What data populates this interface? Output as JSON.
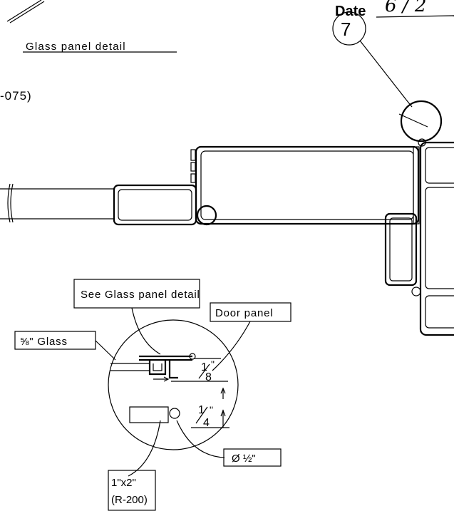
{
  "header": {
    "date_label": "Date",
    "date_value": "6 / 2"
  },
  "labels": {
    "glass_panel_detail": "Glass panel detail",
    "partial_part": "-075)",
    "callout_number": "7",
    "see_detail": "See Glass panel detail",
    "door_panel": "Door panel",
    "glass": "⅝\" Glass",
    "dim_eighth_num": "1",
    "dim_eighth_den": "8",
    "dim_quarter_num": "1",
    "dim_quarter_den": "4",
    "inch_mark": "\"",
    "diameter": "Ø ½\"",
    "tube_size": "1\"x2\"",
    "tube_part": "(R-200)"
  }
}
